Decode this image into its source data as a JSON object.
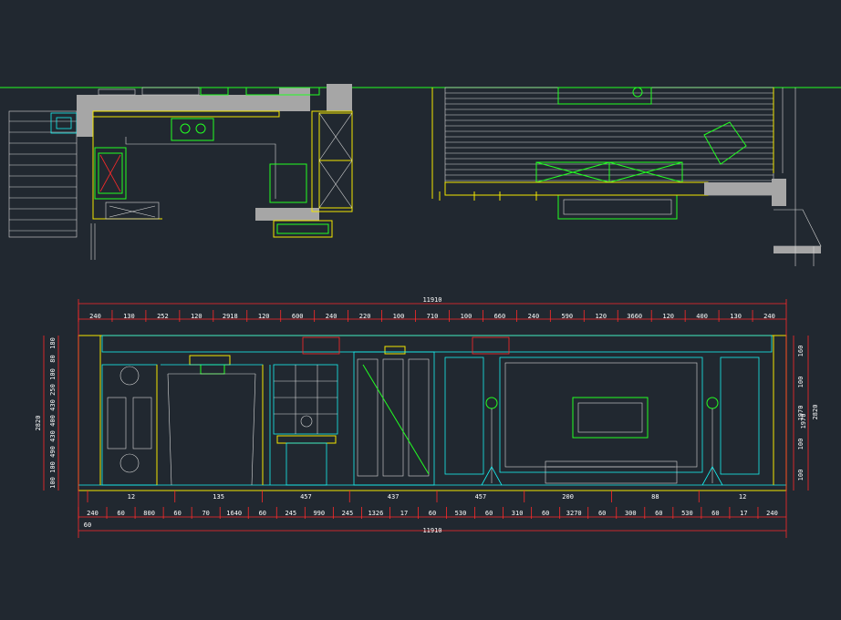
{
  "drawing": {
    "colors": {
      "background": "#212830",
      "wall": "#f2e600",
      "fixture": "#22ff22",
      "dimension": "#ff2a2a",
      "elevation": "#18f0f0",
      "text": "#ffffff"
    },
    "elevation": {
      "total_top": "11910",
      "total_bottom": "11910",
      "top_dims": [
        "240",
        "130",
        "252",
        "120",
        "2918",
        "120",
        "600",
        "240",
        "220",
        "100",
        "710",
        "100",
        "660",
        "240",
        "590",
        "120",
        "3660",
        "120",
        "400",
        "130",
        "240"
      ],
      "bottom_dims": [
        "240",
        "60",
        "800",
        "60",
        "70",
        "1640",
        "60",
        "245",
        "990",
        "245",
        "1326",
        "17",
        "60",
        "530",
        "60",
        "310",
        "60",
        "3270",
        "60",
        "300",
        "60",
        "530",
        "60",
        "17",
        "240"
      ],
      "sub_dims": [
        "12",
        "135",
        "457",
        "437",
        "457",
        "200",
        "88",
        "12"
      ],
      "bottom_extra": "60",
      "left_total": "2820",
      "right_total": "2820",
      "left_dims": [
        "180",
        "80",
        "100",
        "250",
        "430",
        "400",
        "430",
        "490",
        "100",
        "100"
      ],
      "right_dims": [
        "160",
        "100",
        "1970",
        "100",
        "100"
      ],
      "right_mid": "1970"
    }
  }
}
